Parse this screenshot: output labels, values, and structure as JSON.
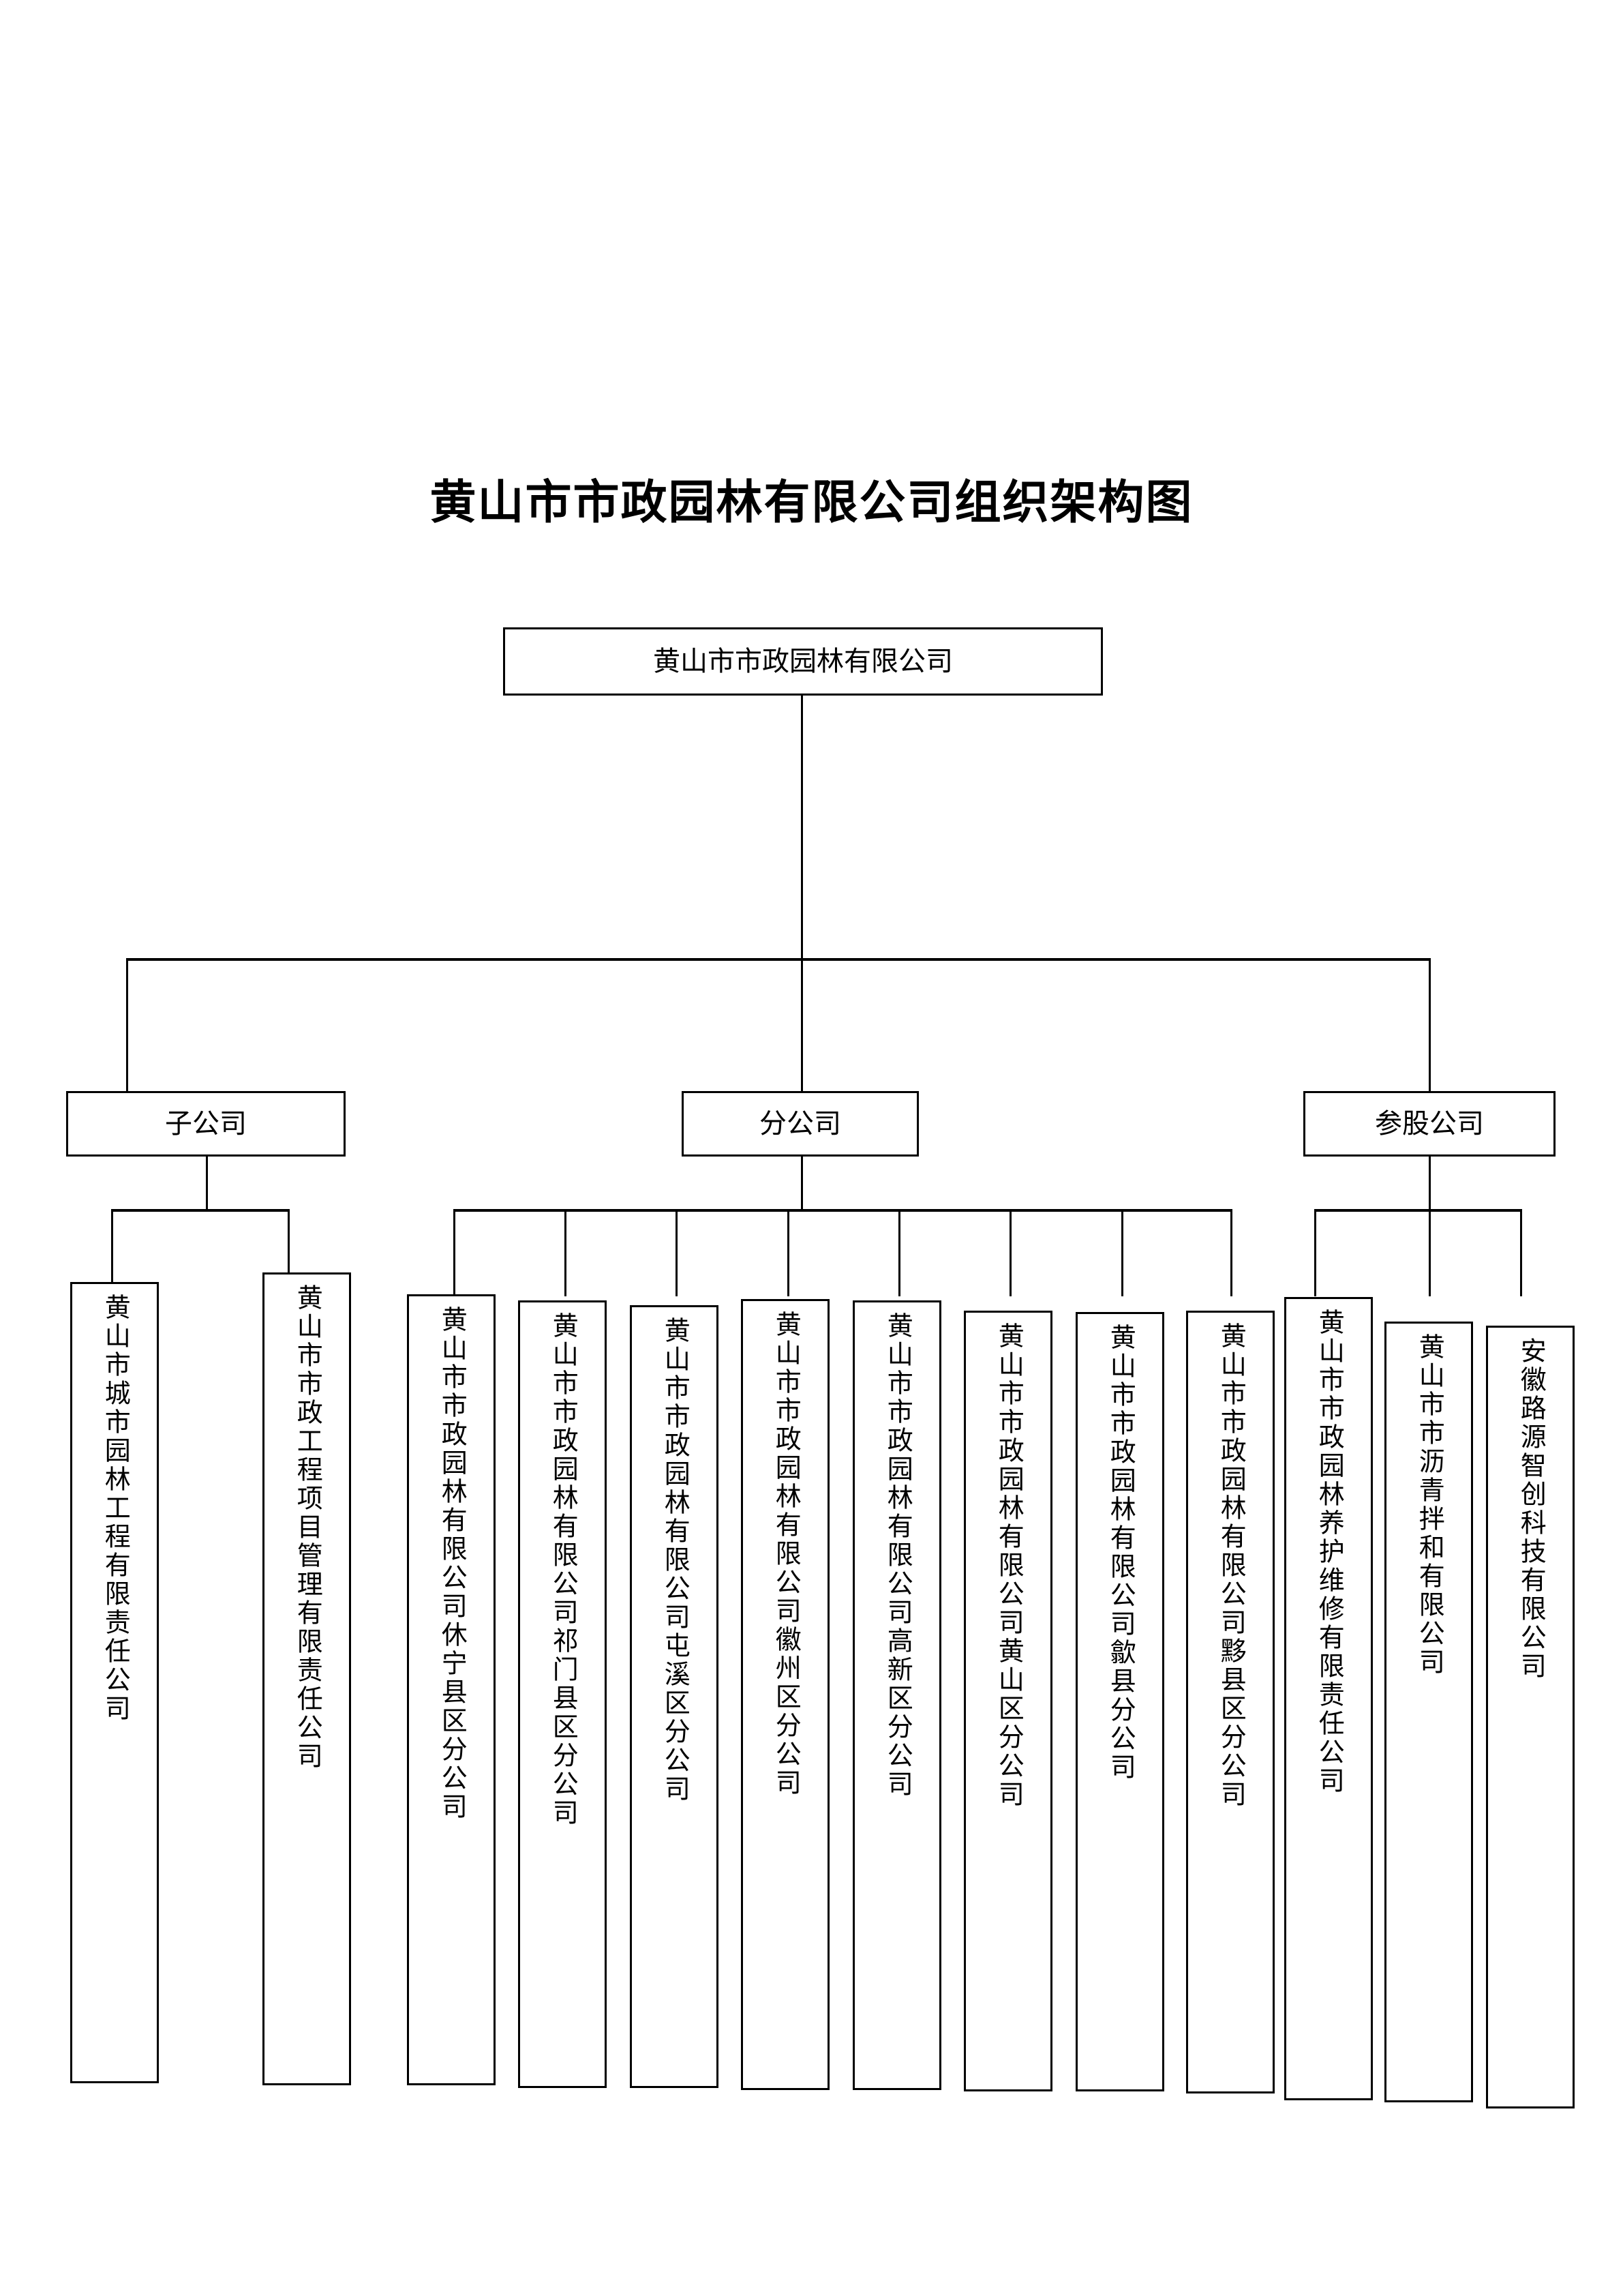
{
  "title": "黄山市市政园林有限公司组织架构图",
  "root": {
    "label": "黄山市市政园林有限公司"
  },
  "groups": [
    {
      "id": "subsidiary",
      "label": "子公司"
    },
    {
      "id": "branch",
      "label": "分公司"
    },
    {
      "id": "shareholding",
      "label": "参股公司"
    }
  ],
  "leaves": [
    {
      "group": "subsidiary",
      "label": "黄山市城市园林工程有限责任公司"
    },
    {
      "group": "subsidiary",
      "label": "黄山市市政工程项目管理有限责任公司"
    },
    {
      "group": "branch",
      "label": "黄山市市政园林有限公司休宁县区分公司"
    },
    {
      "group": "branch",
      "label": "黄山市市政园林有限公司祁门县区分公司"
    },
    {
      "group": "branch",
      "label": "黄山市市政园林有限公司屯溪区分公司"
    },
    {
      "group": "branch",
      "label": "黄山市市政园林有限公司徽州区分公司"
    },
    {
      "group": "branch",
      "label": "黄山市市政园林有限公司高新区分公司"
    },
    {
      "group": "branch",
      "label": "黄山市市政园林有限公司黄山区分公司"
    },
    {
      "group": "branch",
      "label": "黄山市市政园林有限公司歙县分公司"
    },
    {
      "group": "branch",
      "label": "黄山市市政园林有限公司黟县区分公司"
    },
    {
      "group": "shareholding",
      "label": "黄山市市政园林养护维修有限责任公司"
    },
    {
      "group": "shareholding",
      "label": "黄山市市沥青拌和有限公司"
    },
    {
      "group": "shareholding",
      "label": "安徽路源智创科技有限公司"
    }
  ],
  "colors": {
    "line": "#000000",
    "box_border": "#000000",
    "box_fill": "#ffffff",
    "text": "#000000",
    "page_background": "#ffffff"
  }
}
